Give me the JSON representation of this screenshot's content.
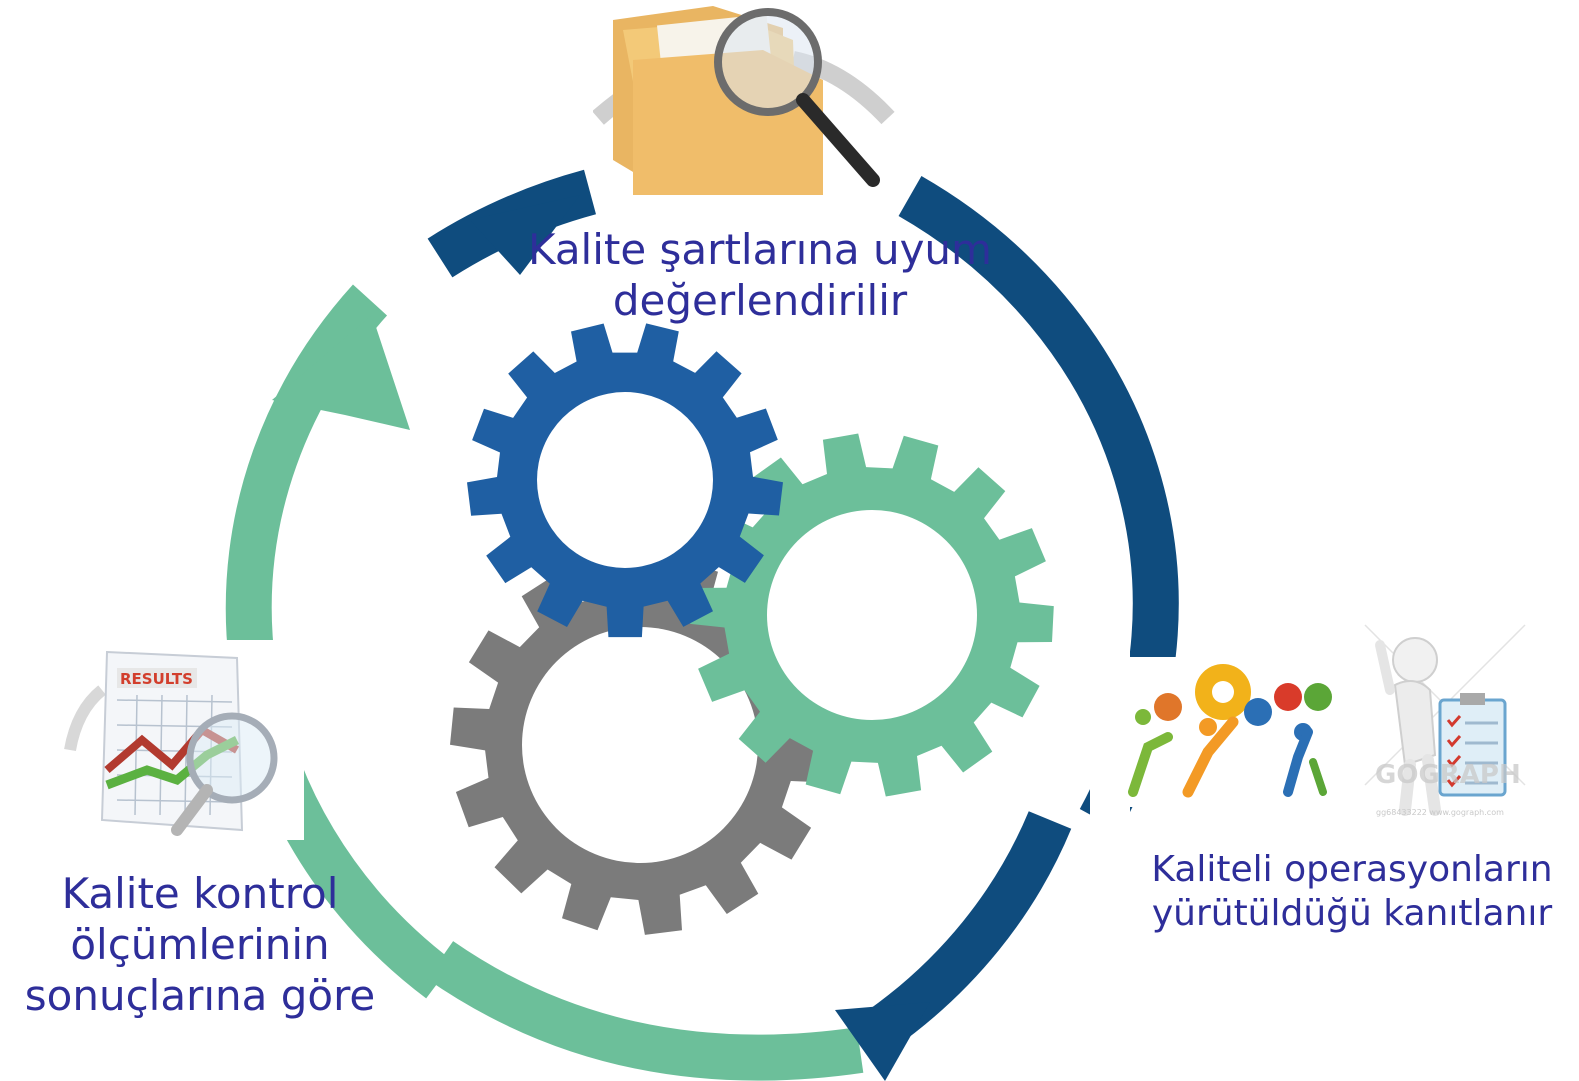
{
  "labels": {
    "top": [
      "Kalite şartlarına uyum",
      "değerlendirilir"
    ],
    "left": [
      "Kalite kontrol",
      "ölçümlerinin",
      "sonuçlarına göre"
    ],
    "right": [
      "Kaliteli operasyonların",
      "yürütüldüğü kanıtlanır"
    ]
  },
  "images": {
    "results_sheet_text": "RESULTS",
    "watermark_text": "GOGRAPH",
    "watermark_id": "gg68433222 www.gograph.com"
  },
  "icons": {
    "top": "folder-magnifier-icon",
    "left": "results-chart-magnifier-icon",
    "right_1": "people-pushing-gears-icon",
    "right_2": "person-checklist-icon"
  },
  "colors": {
    "label_text": "#2e2e9a",
    "ring_dark_blue": "#0f4c7e",
    "ring_green": "#6cbf9a",
    "gear_blue": "#1f5fa3",
    "gear_green": "#6cbf9a",
    "gear_gray": "#7b7b7b"
  }
}
